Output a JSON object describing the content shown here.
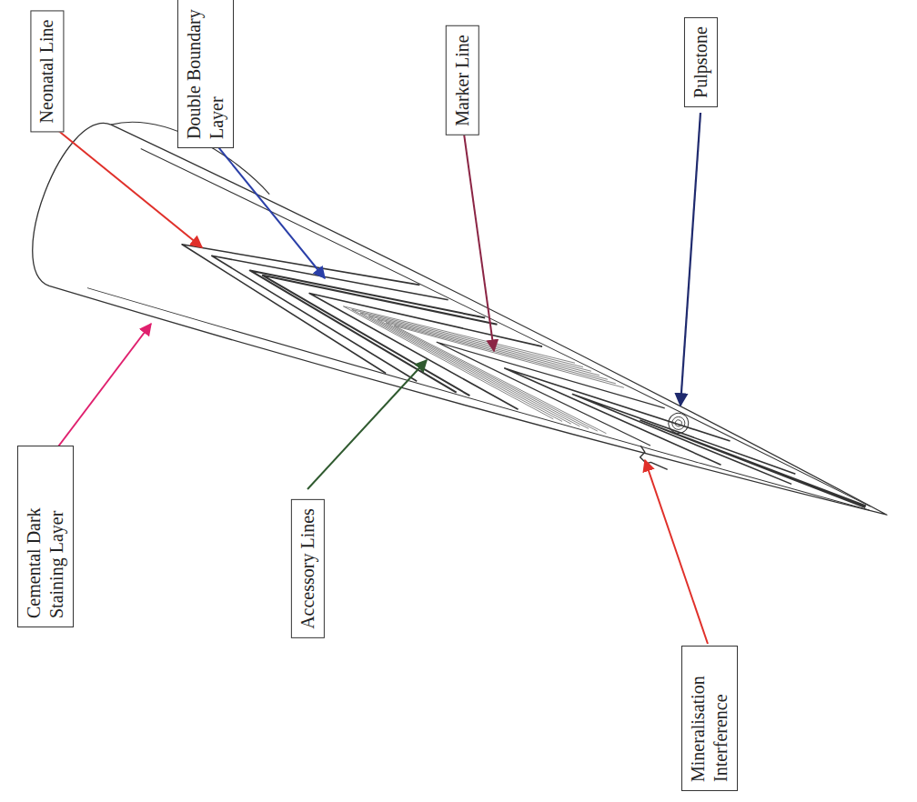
{
  "diagram": {
    "nodes": [
      {
        "text": [
          "Neonatal Line"
        ]
      },
      {
        "text": [
          "Double Boundary Layer"
        ]
      },
      {
        "text": [
          "Marker Line"
        ]
      },
      {
        "text": [
          "Pulpstone"
        ]
      },
      {
        "text": [
          "Cemental Dark Staining Layer"
        ]
      },
      {
        "text": [
          "Accessory Lines"
        ]
      },
      {
        "text": [
          "Mineralisation Interference"
        ]
      }
    ]
  }
}
